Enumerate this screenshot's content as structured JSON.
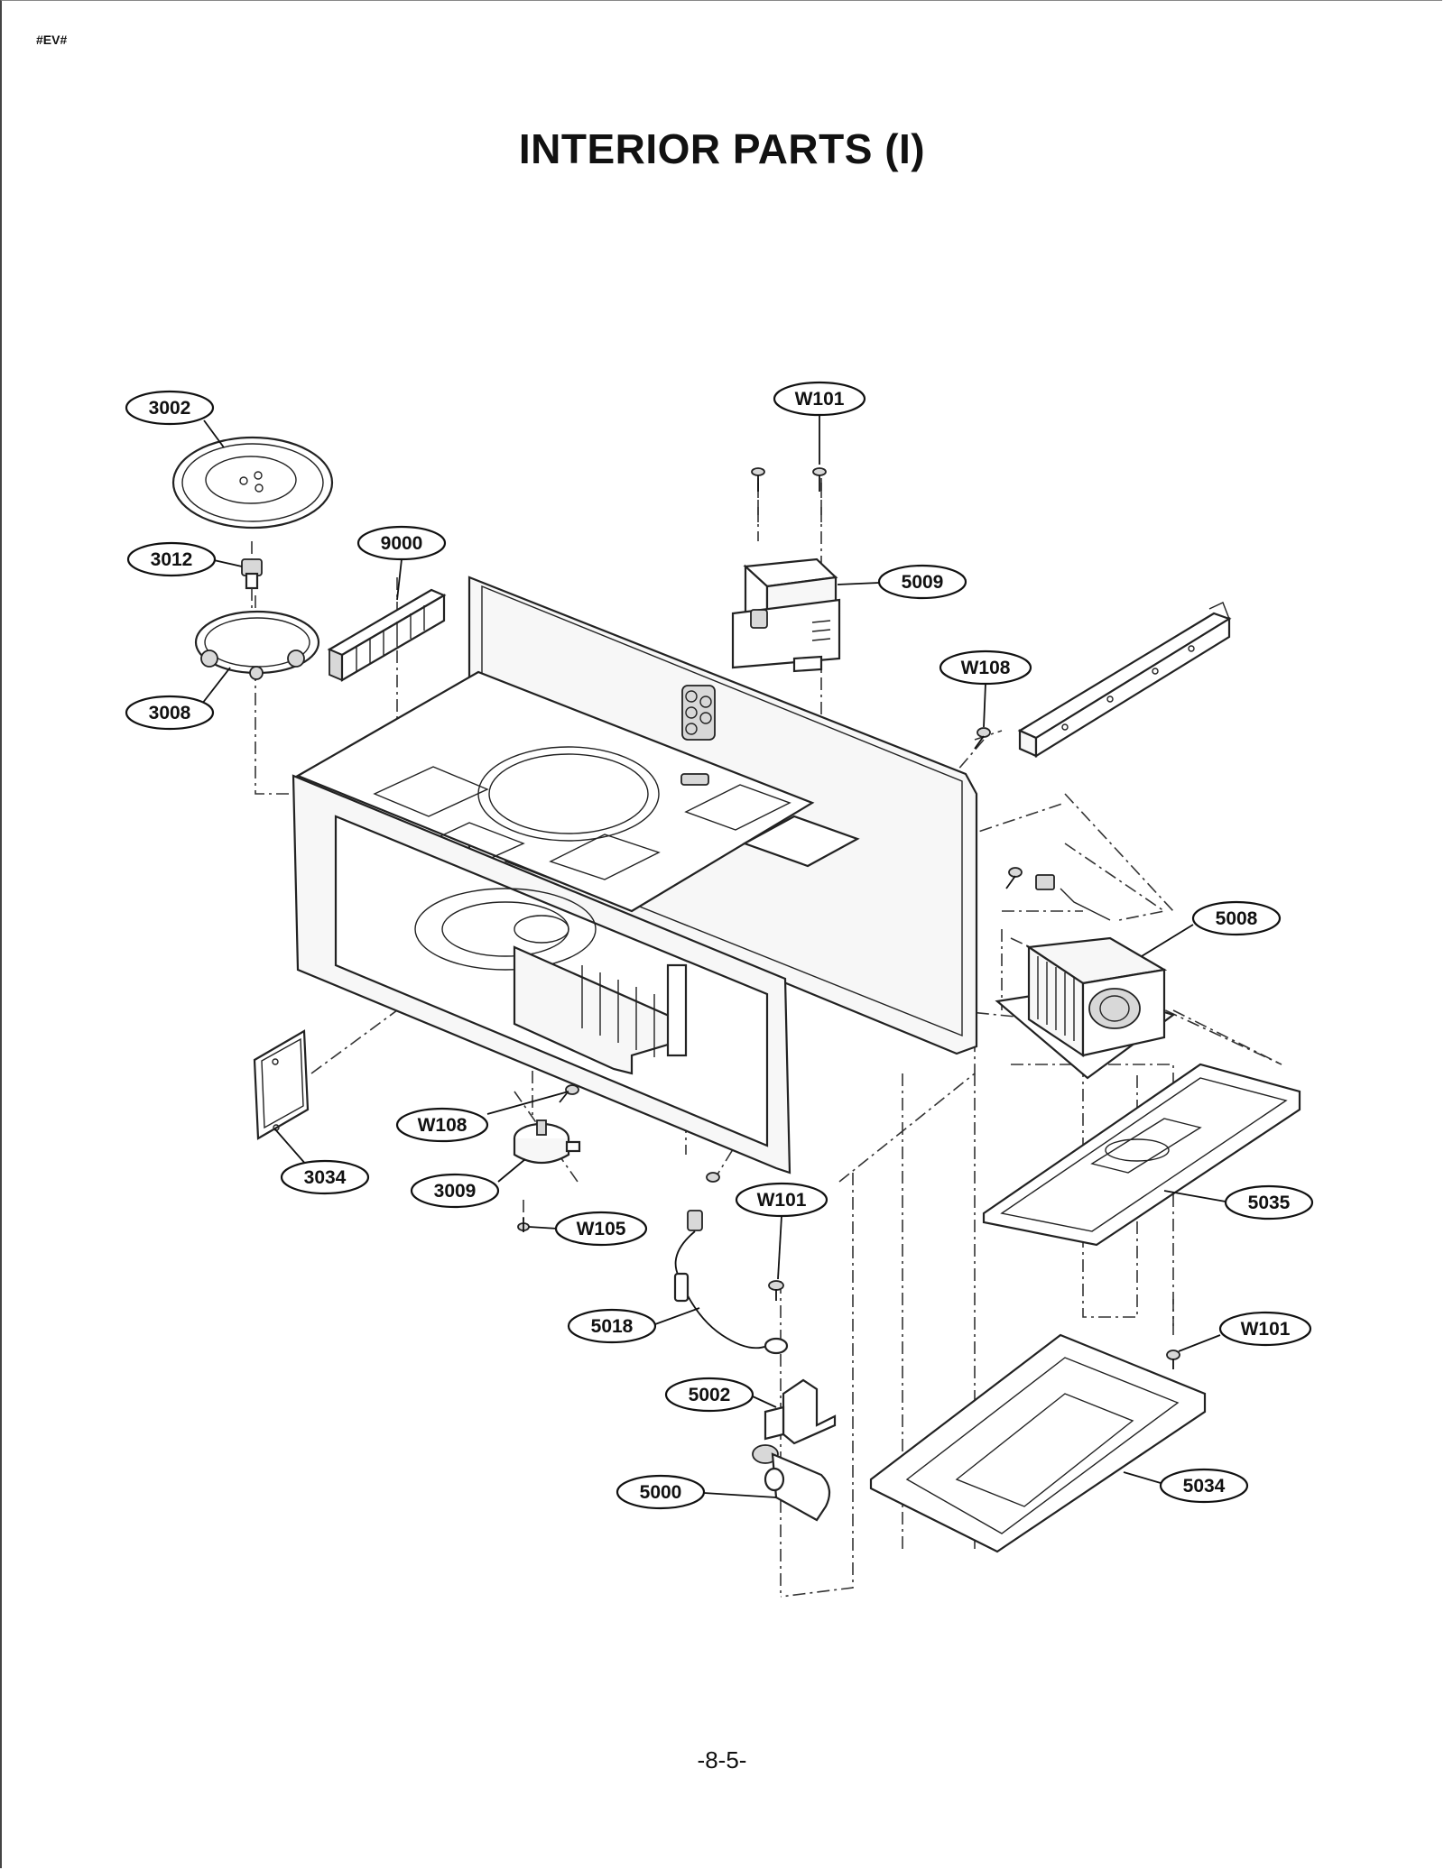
{
  "header": {
    "doc_code": "#EV#"
  },
  "title": "INTERIOR PARTS (I)",
  "footer": {
    "page_number": "-8-5-"
  },
  "callouts": [
    "3002",
    "3012",
    "3008",
    "9000",
    "W101",
    "5009",
    "W108",
    "5008",
    "3034",
    "W108",
    "3009",
    "W105",
    "W101",
    "5018",
    "5035",
    "W101",
    "5002",
    "5034",
    "5000"
  ]
}
